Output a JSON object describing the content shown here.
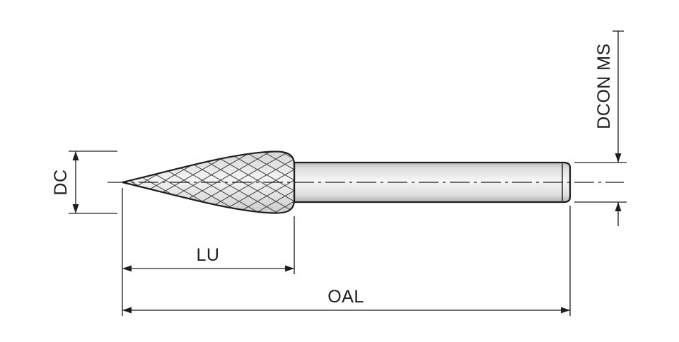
{
  "diagram": {
    "title": "rotary-burr-dimension-drawing",
    "labels": {
      "dc": "DC",
      "lu": "LU",
      "oal": "OAL",
      "dcon": "DCON MS"
    },
    "colors": {
      "background": "#ffffff",
      "line": "#1d1d1b",
      "hatch": "#4a4a4a",
      "body_light": "#f6f6f6",
      "body_dark": "#b9b9b9"
    }
  }
}
